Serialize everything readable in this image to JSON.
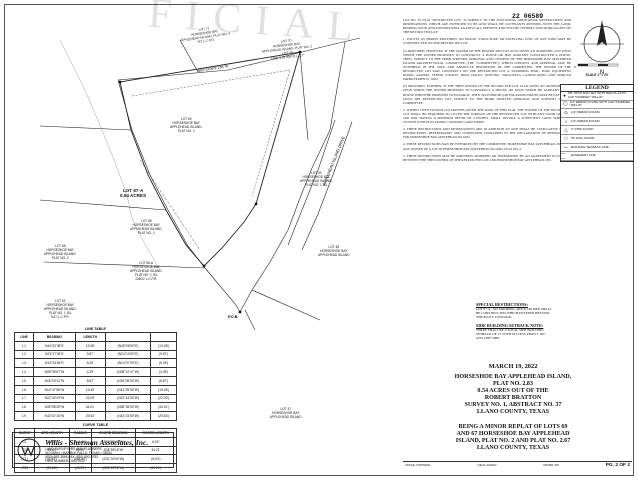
{
  "doc_number": "22 06589",
  "watermark": "FICIAL",
  "plat": {
    "lots": [
      {
        "id": "lot71",
        "text": "LOT 71\nHORSESHOE BAY\nAPPLEHEAD ISLAND, PLAT NO. 2\n767 L.C.P.R."
      },
      {
        "id": "lot70",
        "text": "LOT 70\nHORSESHOE BAY\nAPPLEHEAD ISLAND, PLAT NO. 2\nLOT 70\nDOC 3 ID 99/P.D.L.C.T."
      },
      {
        "id": "lot69",
        "text": "LOT 69\nHORSESHOE BAY\nAPPLEHEAD ISLAND,\nPLAT NO. 2"
      },
      {
        "id": "lot675",
        "text": "LOT 67-A\n0.54 ACRES"
      },
      {
        "id": "lot68",
        "text": "LOT 68\nHORSESHOE BAY\nAPPLEHEAD ISLAND,\nPLAT NO. 2"
      },
      {
        "id": "lot66",
        "text": "LOT 66\nHORSESHOE BAY\nAPPLEHEAD ISLAND,\nPLAT NO. 2"
      },
      {
        "id": "lot52",
        "text": "LOT 52\nHORSESHOE BAY\nAPPLEHEAD ISLAND,\nPLAT NO. 1 ISL\n9.67 L.C.P.R."
      },
      {
        "id": "lot56",
        "text": "LOT 56-A\nHORSESHOE BAY\nAPPLEHEAD ISLAND,\nPLAT NO. 1 ISL\n106/22 L.C.P.R."
      },
      {
        "id": "lot49",
        "text": "LOT 49\nHORSESHOE BAY\nAPPLEHEAD ISLAND,\nPLAT NO. 1 ISL"
      },
      {
        "id": "lot48",
        "text": "LOT 48\nHORSESHOE BAY\nAPPLEHEAD ISLAND"
      },
      {
        "id": "lot47",
        "text": "LOT 47\nHORSESHOE BAY\nAPPLEHEAD ISLAND"
      }
    ],
    "road_label": "APPLEHEAD ISLAND DRIVE",
    "pob": "P.O.B.",
    "bearing_top": "N83°13'08\"E 238.76'"
  },
  "notes": [
    "LOT NO. 67-37(A) \"RESTRICTED LOT\" IS SUBJECT TO THE FOLLOWING ADDITIONAL RESTRICTIONS AND RESERVATIONS, WHICH ARE INTENDED TO BE AND SHALL BE COVENANTS RUNNING WITH THE LAND, BINDING UPON AND ENFORCEABLE AGAINST ALL PRESENT AND FUTURE OWNERS AND MORTGAGEES OF THE RESTRICTED LOT:",
    "1. EXCEPT AS HEREIN PROVIDED, NO HOUSE, STRUCTURE, OR DWELLING UNIT OF ANY KIND MAY BE CONSTRUCTED ON THE RESTRICTED LOT.",
    "(a) PROVIDED, HOWEVER, IF THE OWNER OF THE RESTRICTED LOT ALSO OWNS AN ADJOINING LOT UPON WHICH THE OWNER PROPOSES TO CONSTRUCT A HOUSE OR HAS ALREADY CONSTRUCTED A HOUSE, THEN, SUBJECT TO THE PRIOR WRITTEN APPROVAL AND CONSENT OF THE HORSESHOE BAY APPLEHEAD ISLAND ARCHITECTURAL COMMITTEE (THE \"COMMITTEE\"), WHICH CONSENT AND APPROVAL MAY BE WITHHELD IN THE SOLE AND ABSOLUTE DISCRETION OF THE COMMITTEE, THE OWNER OF THE RESTRICTED LOT MAY CONSTRUCT ON THE RESTRICTED LOT A SWIMMING POOL, POOL EQUIPMENT ROOM, GAZEBO, TENNIS COURTS, BOAT DOCKS, FENCING, WALKWAYS, LANDSCAPING AND SIMILAR IMPROVEMENTS; AND",
    "(b) PROVIDED, FURTHER, IF THE THEN OWNER OF THE RESTRICTED LOT ALSO OWNS AN ADJOINING LOT UPON WHICH THE OWNER PROPOSES TO CONSTRUCT A HOUSE, OR UPON WHICH HE ALREADY HAS A HOUSE WHICH HE PROPOSES TO ENLARGE, THEN SUCH HOUSE (OR ENLARGED HOUSE) MAY BE EXTENDED ONTO THE RESTRICTED LOT, SUBJECT TO THE PRIOR WRITTEN APPROVAL AND CONSENT OF THE COMMITTEE.",
    "2. WITHIN TWENTY-FOUR (24) MONTHS AFTER THE DATE OF THIS PLAT, THE OWNER OF THE RESTRICTED LOT SHALL BE REQUIRED TO COVER THE SURFACE OF THE RESTRICTED LOT WITH ANY GOOD QUALITY TOP SOIL HAVING A MINIMUM DEPTH OF 4 INCHES, SHALL INSTALL A SUFFICIENT LAWN SPRINKLER SYSTEM WITH ELECTRONIC CONTROLS AND TIMER.",
    "3. THESE RESTRICTIONS AND RESERVATIONS ARE IN ADDITION TO AND SHALL BE CUMULATIVE OF ALL RESTRICTIONS, RESERVATIONS AND CONDITIONS CONTAINED IN THE DECLARATION OF RESERVATIONS FOR HORSESHOE BAY APPLEHEAD ISLAND.",
    "4. THESE RESTRICTIONS MAY BE ENFORCED BY THE COMMITTEE, HORSESHOE BAY APPLEHEAD, INC. AND ANY OWNER OF A LOT IN HORSESHOE BAY APPLEHEAD ISLAND, PLAT NO. 2.",
    "5. THESE RESTRICTIONS MAY BE AMENDED, MODIFIED OR TERMINATED BY AN AGREEMENT IN WRITING BETWEEN THE THEN OWNER OF THE RESTRICTED LOT AND HORSESHOE BAY APPLEHEAD, INC."
  ],
  "north": {
    "label": "N",
    "scale": "SCALE 1\" = 20'"
  },
  "legend": {
    "title": "LEGEND",
    "items": [
      {
        "sym": "●",
        "label": "5/8\" IRON ROD SET WITH RED PLASTIC CAP STAMPED \"WILLIS\""
      },
      {
        "sym": "◯",
        "label": "1/2\" REBAR FOUND WITH CAP STAMPED \"WILLIS\""
      },
      {
        "sym": "⊙",
        "label": "1/2\" REBAR FOUND"
      },
      {
        "sym": "○",
        "label": "1/2\" REBAR FOUND"
      },
      {
        "sym": "△",
        "label": "3\" PIPE FOUND"
      },
      {
        "sym": "□",
        "label": "PK NAIL FOUND"
      },
      {
        "sym": "—",
        "label": "BUILDING SETBACK LINE"
      },
      {
        "sym": "— —",
        "label": "EASEMENT LINE"
      }
    ]
  },
  "special": {
    "restrictions_title": "SPECIAL RESTRICTIONS:",
    "restrictions_text": "LOT 67-A - NO MOORING, DOCK OR PIER SHALL BE CONSTRUCTED WHICH EXTENDS BEYOND THE 825 FT. CONTOUR.",
    "setback_title": "SIDE BUILDING SETBACK NOTE:",
    "setback_text": "THERE SHALL BE A TOTAL SIDE BUILDING SETBACK OF 13' WITH NO LESS THAN 5' ON ANY ONE SIDE."
  },
  "title": {
    "date": "MARCH 19, 2022",
    "lines1": [
      "HORSESHOE BAY APPLEHEAD ISLAND,",
      "PLAT NO. 2.83",
      "0.54 ACRES OUT OF THE",
      "ROBERT BRATTON",
      "SURVEY NO. 1, ABSTRACT NO. 37",
      "LLANO COUNTY, TEXAS"
    ],
    "lines2": [
      "BEING A MINOR REPLAT OF LOTS 69",
      "AND 67 HORSESHOE BAY APPLEHEAD",
      "ISLAND, PLAT NO. 2 AND PLAT NO. 2.67",
      "LLANO COUNTY, TEXAS"
    ]
  },
  "footer": {
    "office": "OFFICE: 2793/W0011",
    "fieldwork": "FIELD: 3/4/2022",
    "drawn": "DRAWN: RM",
    "page": "PG. 2 OF 2"
  },
  "line_table": {
    "title": "LINE TABLE",
    "headers": [
      "LINE",
      "BEARING",
      "LENGTH",
      "",
      ""
    ],
    "rows": [
      [
        "L1",
        "N44°42'38\"E",
        "13.08'",
        "(N45°08'00\"E)",
        "(13.08')"
      ],
      [
        "L2",
        "N23°47'26\"E",
        "9.87'",
        "(N24°10'00\"E)",
        "(9.87')"
      ],
      [
        "L3",
        "N13°43'48\"E",
        "5.26'",
        "(N14°07'00\"E)",
        "(5.26')"
      ],
      [
        "L4",
        "N08°35'57\"W",
        "4.39'",
        "(N08°12'47\"W)",
        "(4.39')"
      ],
      [
        "L5",
        "N18°29'12\"W",
        "8.87'",
        "(N18°05'00\"W)",
        "(8.87')"
      ],
      [
        "L6",
        "N14°47'58\"W",
        "19.45'",
        "(N14°25'00\"W)",
        "(19.45')"
      ],
      [
        "L7",
        "N22°40'29\"W",
        "22.09'",
        "(N22°44'00\"W)",
        "(22.09')"
      ],
      [
        "L8",
        "N35°58'25\"W",
        "34.01'",
        "(N35°35'00\"W)",
        "(34.01')"
      ],
      [
        "L9",
        "N43°47'16\"W",
        "29.63'",
        "(N43°24'00\"W)",
        "(29.63')"
      ]
    ]
  },
  "curve_table": {
    "title": "CURVE TABLE",
    "headers": [
      "CURVE",
      "ARC LENGTH",
      "RADIUS",
      "CHORD BEARING",
      "CHORD LENGTH"
    ],
    "rows": [
      [
        "C1",
        "6.63'",
        "144.50'",
        "S31°08'42\"W",
        "6.63'"
      ],
      [
        "C2",
        "34.63'",
        "63.93'",
        "S38°59'18\"W",
        "34.21'"
      ],
      [
        "(C1)",
        "(6.63')",
        "(144.50')",
        "(S31°32'00\"W)",
        "(6.63')"
      ],
      [
        "(C2)",
        "(34.63')",
        "(63.93')",
        "(S39°22'00\"W)",
        "(34.21')"
      ]
    ]
  },
  "firm": {
    "name": "Willis - Sherman Associates, Inc.",
    "sub1": "LAND SURVEYORS AND PLANNERS",
    "sub2": "310 MAIN • MARBLE FALLS, TEXAS • 78654",
    "sub3": "(830) 693-3566    FAX (830) 693-5782",
    "sub4": "FIRM NUMBER: 10027600"
  }
}
